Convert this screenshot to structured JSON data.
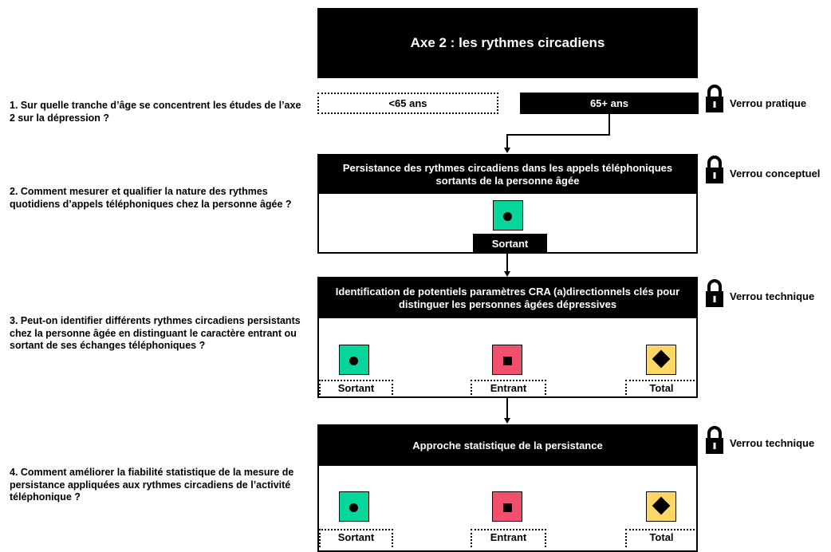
{
  "title": "Axe 2 : les rythmes circadiens",
  "questions": [
    "1. Sur quelle tranche d’âge se concentrent les études de l’axe 2 sur la dépression ?",
    "2. Comment mesurer et qualifier la nature des rythmes quotidiens d’appels téléphoniques chez la personne âgée ?",
    "3. Peut-on identifier différents rythmes circadiens persistants chez la personne âgée en distinguant le caractère entrant ou sortant de ses échanges téléphoniques ?",
    "4. Comment améliorer la fiabilité statistique de la mesure de persistance appliquées aux rythmes circadiens de l’activité téléphonique ?"
  ],
  "age": {
    "under": "<65 ans",
    "over": "65+ ans"
  },
  "locks": [
    "Verrou pratique",
    "Verrou conceptuel",
    "Verrou technique",
    "Verrou technique"
  ],
  "panels": [
    {
      "header": "Persistance des rythmes circadiens dans les appels téléphoniques sortants de la personne âgée",
      "labels": [
        "Sortant"
      ]
    },
    {
      "header": "Identification de potentiels paramètres CRA (a)directionnels clés pour distinguer les personnes âgées dépressives",
      "labels": [
        "Sortant",
        "Entrant",
        "Total"
      ]
    },
    {
      "header": "Approche statistique de la persistance",
      "labels": [
        "Sortant",
        "Entrant",
        "Total"
      ]
    }
  ],
  "icons": {
    "sortant": "circle-icon",
    "entrant": "square-icon",
    "total": "diamond-icon",
    "lock": "padlock-icon"
  },
  "colors": {
    "sortant": "#07d69b",
    "entrant": "#f0506e",
    "total": "#fed766"
  }
}
